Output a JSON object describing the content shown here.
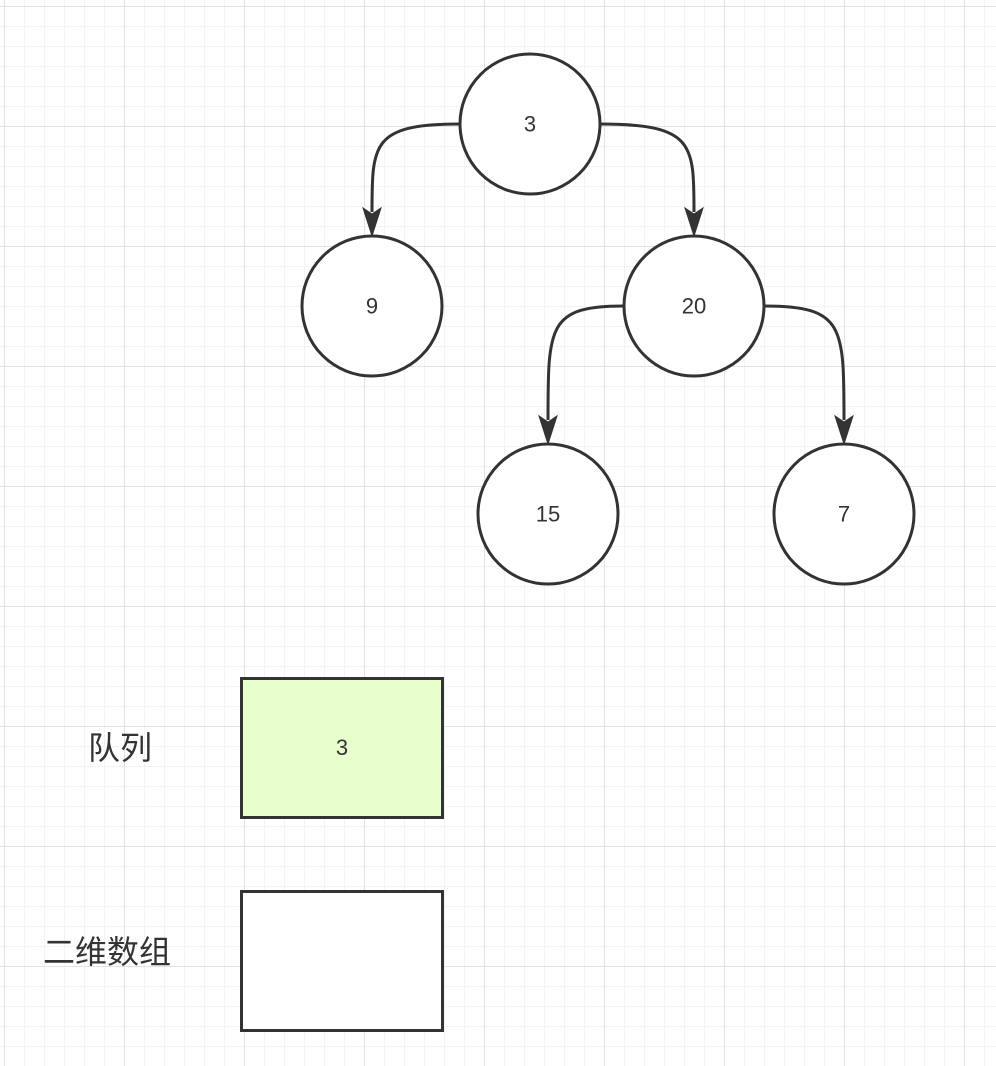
{
  "tree": {
    "nodes": [
      {
        "id": "n3",
        "label": "3"
      },
      {
        "id": "n9",
        "label": "9"
      },
      {
        "id": "n20",
        "label": "20"
      },
      {
        "id": "n15",
        "label": "15"
      },
      {
        "id": "n7",
        "label": "7"
      }
    ],
    "edges": [
      {
        "from": "n3",
        "to": "n9"
      },
      {
        "from": "n3",
        "to": "n20"
      },
      {
        "from": "n20",
        "to": "n15"
      },
      {
        "from": "n20",
        "to": "n7"
      }
    ]
  },
  "queue": {
    "label": "队列",
    "value": "3",
    "fill": "#e6ffcc"
  },
  "result_array": {
    "label": "二维数组",
    "value": ""
  },
  "colors": {
    "stroke": "#333333",
    "grid": "#e2e2e2"
  }
}
